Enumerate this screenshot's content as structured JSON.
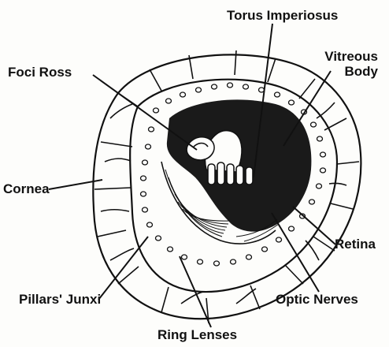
{
  "diagram": {
    "labels": {
      "torus_imperiosus": "Torus Imperiosus",
      "vitreous_body_line1": "Vitreous",
      "vitreous_body_line2": "Body",
      "foci_ross": "Foci Ross",
      "cornea": "Cornea",
      "retina": "Retina",
      "pillars_junxi": "Pillars' Junxi",
      "optic_nerves": "Optic Nerves",
      "ring_lenses": "Ring Lenses"
    },
    "colors": {
      "ink": "#111111",
      "paper": "#fdfdfb",
      "shadow": "#1a1a1a"
    }
  }
}
